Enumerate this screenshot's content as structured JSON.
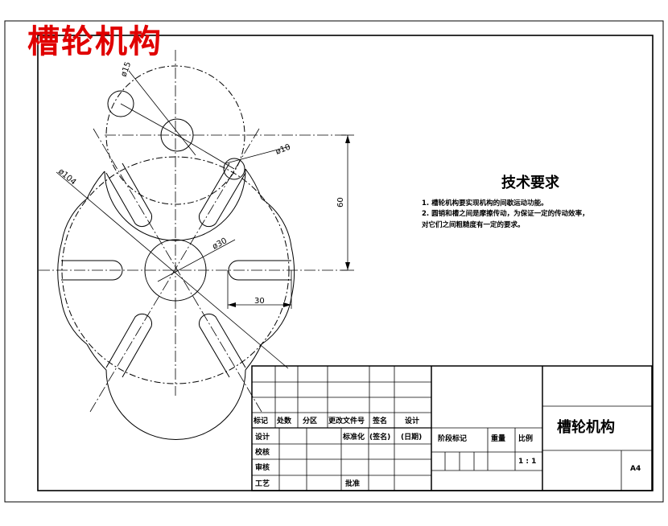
{
  "page_title": "槽轮机构",
  "tech_requirements": {
    "heading": "技术要求",
    "items": [
      "1. 槽轮机构要实现机构的间歇运动功能。",
      "2. 圆销和槽之间是摩擦传动，为保证一定的传动效率，",
      "对它们之间粗糙度有一定的要求。"
    ]
  },
  "dimensions": {
    "d15": "ø15",
    "d10": "ø10",
    "d104": "ø104",
    "d30": "ø30",
    "h60": "60",
    "w30": "30"
  },
  "title_block": {
    "rev_headers": [
      "标记",
      "处数",
      "分区",
      "更改文件号",
      "签名",
      "设计"
    ],
    "design": "设计",
    "standardize": "标准化",
    "signature": "(签名)",
    "date": "(日期)",
    "check": "校核",
    "review": "审核",
    "process": "工艺",
    "approve": "批准",
    "stage_mark": "阶段标记",
    "weight": "重量",
    "scale": "比例",
    "scale_value": "1 : 1",
    "drawing_name": "槽轮机构",
    "sheet_size": "A4"
  }
}
